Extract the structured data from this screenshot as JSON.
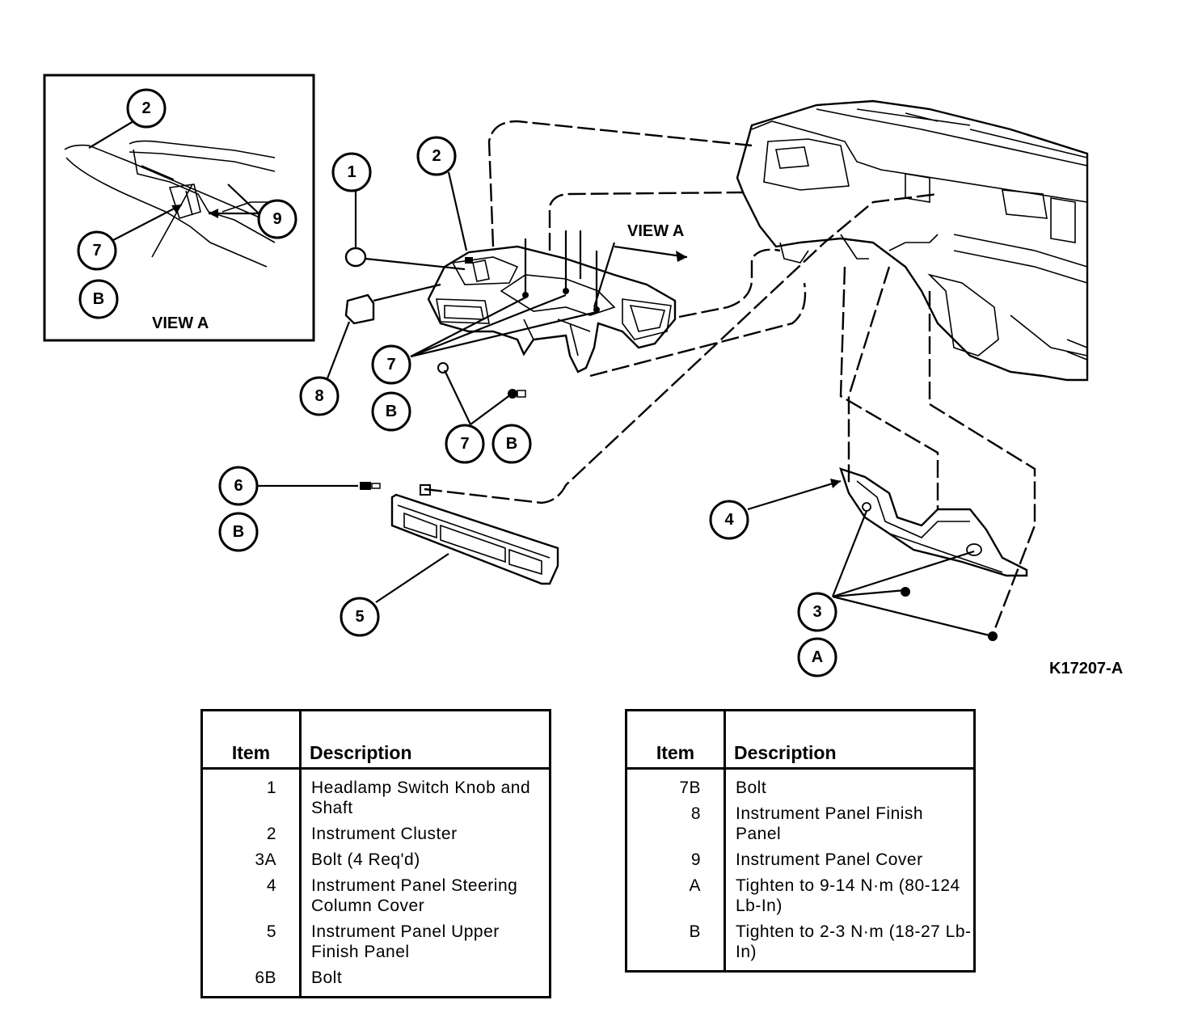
{
  "view_inset": {
    "title": "VIEW A",
    "callouts": [
      "2",
      "9",
      "7",
      "B"
    ]
  },
  "main_callouts": {
    "c1": "1",
    "c2": "2",
    "c8": "8",
    "c7a": "7",
    "c7a_b": "B",
    "c7b": "7",
    "c7b_b": "B",
    "c6": "6",
    "c6_b": "B",
    "c5": "5",
    "c4": "4",
    "c3": "3",
    "c3_a": "A"
  },
  "view_a_pointer": "VIEW A",
  "figure_code": "K17207-A",
  "legend_left": {
    "header_item": "Item",
    "header_desc": "Description",
    "rows": [
      {
        "item": "1",
        "desc": "Headlamp Switch Knob and Shaft"
      },
      {
        "item": "2",
        "desc": "Instrument Cluster"
      },
      {
        "item": "3A",
        "desc": "Bolt (4 Req'd)"
      },
      {
        "item": "4",
        "desc": "Instrument Panel Steering Column Cover"
      },
      {
        "item": "5",
        "desc": "Instrument Panel Upper Finish Panel"
      },
      {
        "item": "6B",
        "desc": "Bolt"
      }
    ]
  },
  "legend_right": {
    "header_item": "Item",
    "header_desc": "Description",
    "rows": [
      {
        "item": "7B",
        "desc": "Bolt"
      },
      {
        "item": "8",
        "desc": "Instrument Panel Finish Panel"
      },
      {
        "item": "9",
        "desc": "Instrument Panel Cover"
      },
      {
        "item": "A",
        "desc": "Tighten to 9-14 N·m (80-124 Lb-In)"
      },
      {
        "item": "B",
        "desc": "Tighten to 2-3 N·m (18-27 Lb-In)"
      }
    ]
  }
}
